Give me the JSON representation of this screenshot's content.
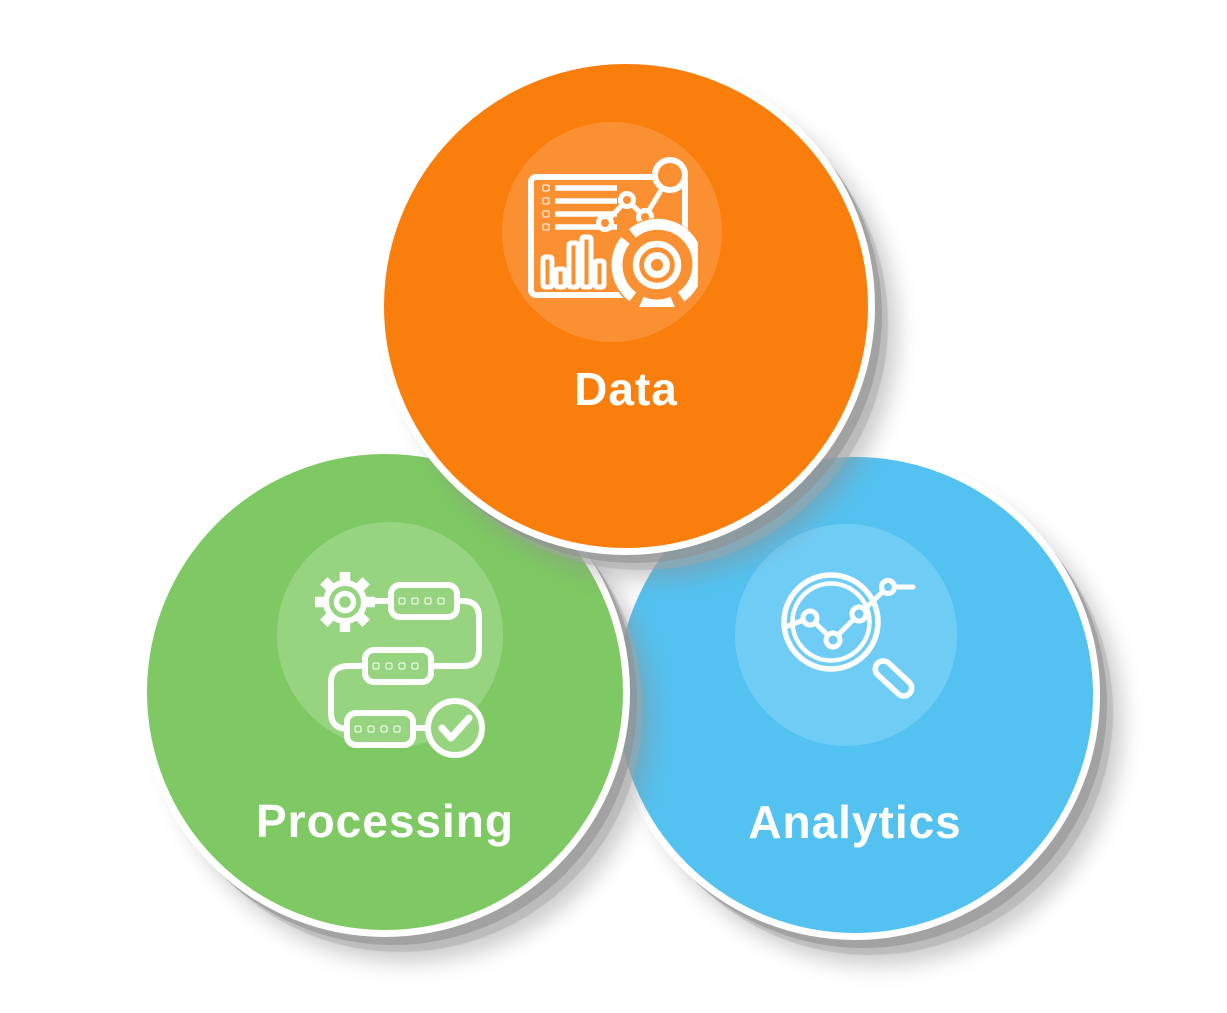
{
  "diagram": {
    "title": "data-processing-analytics-overlapping-circles",
    "background_color": "#FFFFFF",
    "label_color": "#FFFFFF",
    "shadow_color": "#9B9B9B",
    "items": [
      {
        "label": "Data",
        "color": "#FA7E0C",
        "tint": "#FB9033",
        "icon": "dashboard-chart-icon"
      },
      {
        "label": "Processing",
        "color": "#7EC963",
        "tint": "#97D480",
        "icon": "gear-workflow-icon"
      },
      {
        "label": "Analytics",
        "color": "#54C2F0",
        "tint": "#6FCDF5",
        "icon": "magnifier-trend-icon"
      }
    ]
  }
}
